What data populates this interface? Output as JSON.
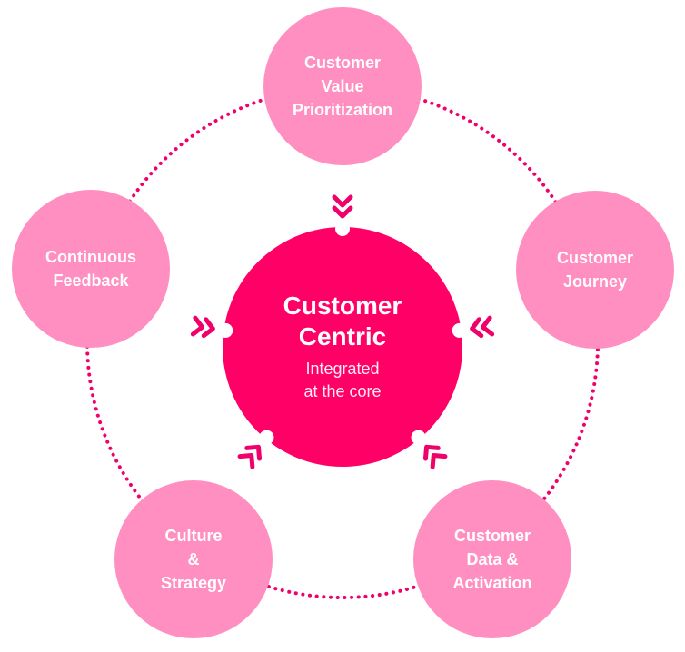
{
  "colors": {
    "background": "#ffffff",
    "outer_node": "#FF8FC0",
    "center_node": "#FF0066",
    "ring_dots": "#F0006A",
    "arrows": "#F0006A",
    "text": "#ffffff"
  },
  "center": {
    "title_lines": [
      "Customer",
      "Centric"
    ],
    "subtitle_lines": [
      "Integrated",
      "at the core"
    ]
  },
  "nodes": [
    {
      "id": "customer-value-prioritization",
      "position": "top",
      "lines": [
        "Customer",
        "Value",
        "Prioritization"
      ]
    },
    {
      "id": "customer-journey",
      "position": "right",
      "lines": [
        "Customer",
        "Journey"
      ]
    },
    {
      "id": "customer-data-activation",
      "position": "bottom-right",
      "lines": [
        "Customer",
        "Data &",
        "Activation"
      ]
    },
    {
      "id": "culture-strategy",
      "position": "bottom-left",
      "lines": [
        "Culture",
        "&",
        "Strategy"
      ]
    },
    {
      "id": "continuous-feedback",
      "position": "left",
      "lines": [
        "Continuous",
        "Feedback"
      ]
    }
  ],
  "arrows": [
    {
      "id": "arrow-top",
      "icon": "double-chevron-icon",
      "points_toward": "center"
    },
    {
      "id": "arrow-right",
      "icon": "double-chevron-icon",
      "points_toward": "center"
    },
    {
      "id": "arrow-bottom-right",
      "icon": "double-chevron-icon",
      "points_toward": "center"
    },
    {
      "id": "arrow-bottom-left",
      "icon": "double-chevron-icon",
      "points_toward": "center"
    },
    {
      "id": "arrow-left",
      "icon": "double-chevron-icon",
      "points_toward": "center"
    }
  ]
}
